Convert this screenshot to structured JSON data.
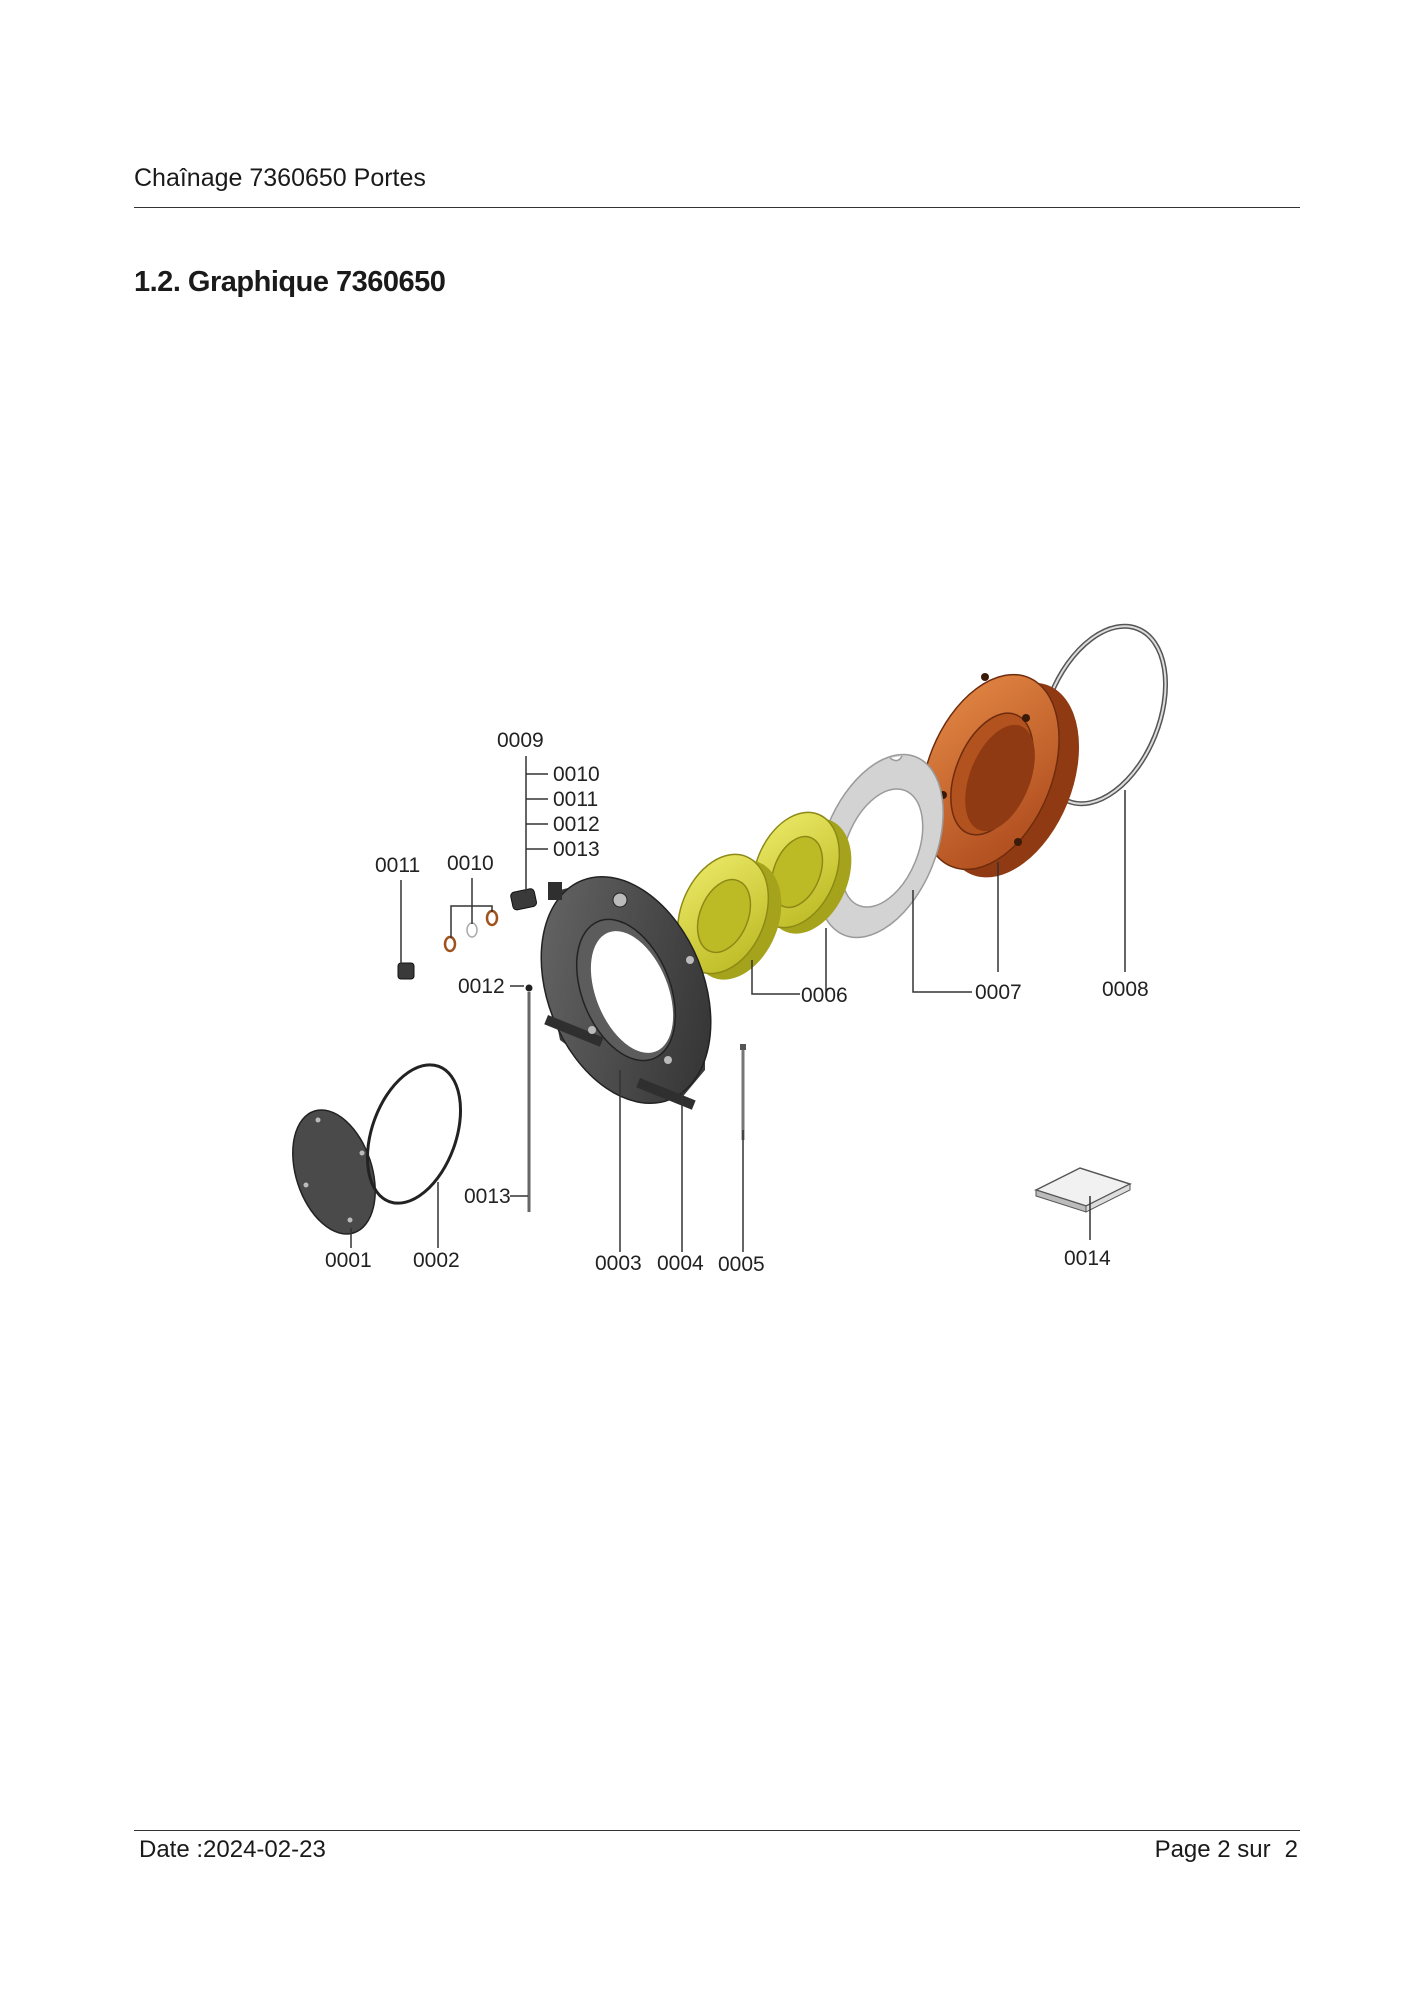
{
  "header": {
    "title": "Chaînage 7360650 Portes"
  },
  "section": {
    "title": "1.2. Graphique 7360650"
  },
  "diagram": {
    "callouts": {
      "c0001": "0001",
      "c0002": "0002",
      "c0003": "0003",
      "c0004": "0004",
      "c0005": "0005",
      "c0006": "0006",
      "c0007": "0007",
      "c0008": "0008",
      "c0009": "0009",
      "c0010a": "0010",
      "c0011a": "0011",
      "c0012a": "0012",
      "c0013a": "0013",
      "c0010b": "0010",
      "c0011b": "0011",
      "c0012b": "0012",
      "c0013b": "0013",
      "c0014": "0014"
    },
    "colors": {
      "orange": "#c8601f",
      "yellow": "#d7d52e",
      "grey": "#cfcfcf",
      "dark": "#4b4b4b"
    }
  },
  "footer": {
    "date": "Date :2024-02-23",
    "page": "Page 2 sur",
    "page_num": "2"
  }
}
